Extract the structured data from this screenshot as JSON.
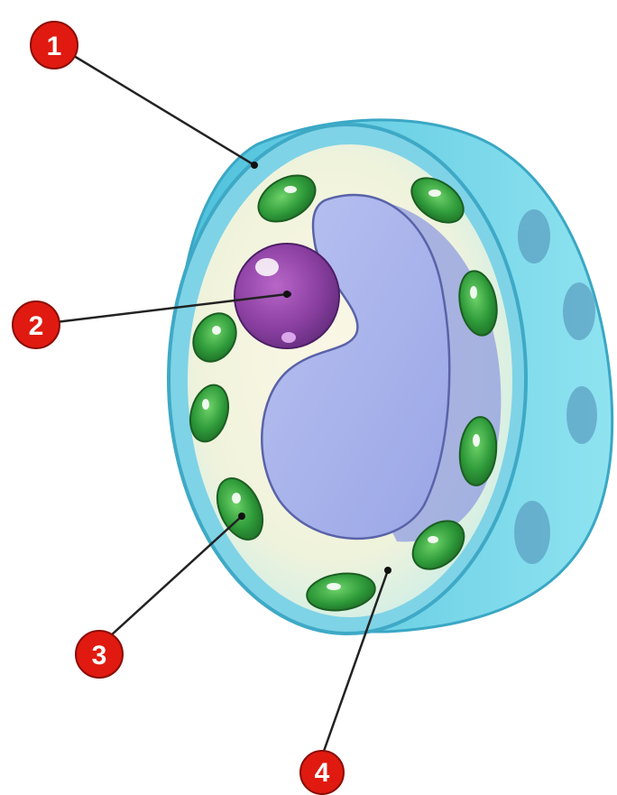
{
  "colors": {
    "callout_fill": "#e01a10",
    "callout_text": "#ffffff",
    "leader_line": "#222222",
    "cell_wall": "#5fc6dd",
    "cytoplasm": "#eef6df",
    "vacuole": "#a8b3ec",
    "nucleus": "#8a3fa0",
    "chloroplast": "#2f9b3a"
  },
  "callouts": [
    {
      "label": "1",
      "part_icon": "cell-wall"
    },
    {
      "label": "2",
      "part_icon": "nucleus"
    },
    {
      "label": "3",
      "part_icon": "chloroplast"
    },
    {
      "label": "4",
      "part_icon": "cytoplasm"
    }
  ]
}
